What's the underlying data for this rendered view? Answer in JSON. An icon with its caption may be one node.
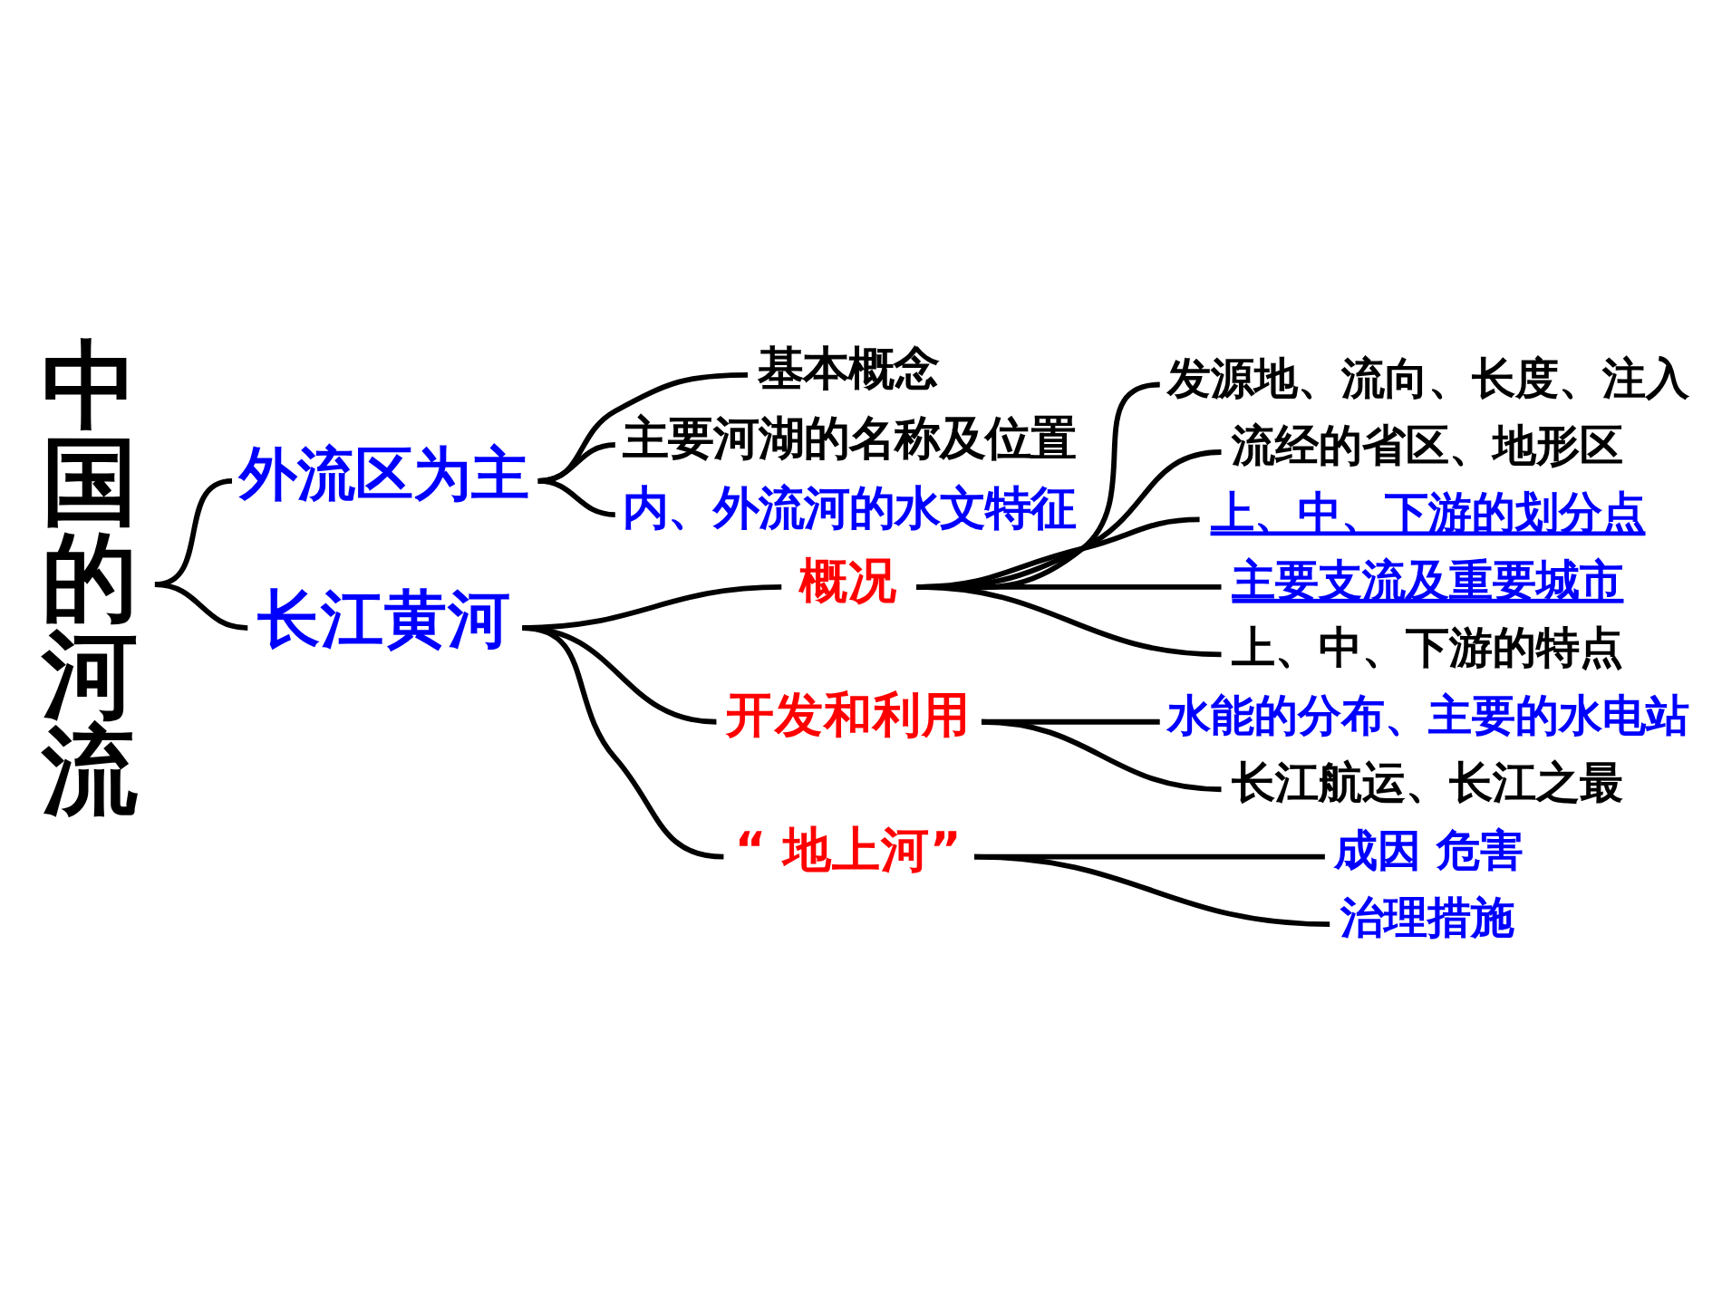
{
  "diagram": {
    "nodes": [
      {
        "text": [
          "中国的河流"
        ]
      },
      {
        "text": [
          "外流区为主"
        ]
      },
      {
        "text": [
          "基本概念"
        ]
      },
      {
        "text": [
          "主要河湖的名称及位置"
        ]
      },
      {
        "text": [
          "内、外流河的水文特征"
        ]
      },
      {
        "text": [
          "长江黄河"
        ]
      },
      {
        "text": [
          "概况"
        ]
      },
      {
        "text": [
          "发源地、流向、长度、注入"
        ]
      },
      {
        "text": [
          "流经的省区、地形区"
        ]
      },
      {
        "text": [
          "上、中、下游的划分点"
        ]
      },
      {
        "text": [
          "主要支流及重要城市"
        ]
      },
      {
        "text": [
          "上、中、下游的特点"
        ]
      },
      {
        "text": [
          "开发和利用"
        ]
      },
      {
        "text": [
          "水能的分布、主要的水电站"
        ]
      },
      {
        "text": [
          "长江航运、长江之最"
        ]
      },
      {
        "text": [
          "“ 地上河”"
        ]
      },
      {
        "text": [
          "成因 危害"
        ]
      },
      {
        "text": [
          "治理措施"
        ]
      }
    ],
    "edges": [
      {
        "from": 0,
        "to": 1,
        "arrow": "none"
      },
      {
        "from": 0,
        "to": 5,
        "arrow": "none"
      },
      {
        "from": 1,
        "to": 2,
        "arrow": "none"
      },
      {
        "from": 1,
        "to": 3,
        "arrow": "none"
      },
      {
        "from": 1,
        "to": 4,
        "arrow": "none"
      },
      {
        "from": 5,
        "to": 6,
        "arrow": "none"
      },
      {
        "from": 5,
        "to": 12,
        "arrow": "none"
      },
      {
        "from": 5,
        "to": 15,
        "arrow": "none"
      },
      {
        "from": 6,
        "to": 7,
        "arrow": "none"
      },
      {
        "from": 6,
        "to": 8,
        "arrow": "none"
      },
      {
        "from": 6,
        "to": 9,
        "arrow": "none"
      },
      {
        "from": 6,
        "to": 10,
        "arrow": "none"
      },
      {
        "from": 6,
        "to": 11,
        "arrow": "none"
      },
      {
        "from": 12,
        "to": 13,
        "arrow": "none"
      },
      {
        "from": 12,
        "to": 14,
        "arrow": "none"
      },
      {
        "from": 15,
        "to": 16,
        "arrow": "none"
      },
      {
        "from": 15,
        "to": 17,
        "arrow": "none"
      }
    ]
  }
}
